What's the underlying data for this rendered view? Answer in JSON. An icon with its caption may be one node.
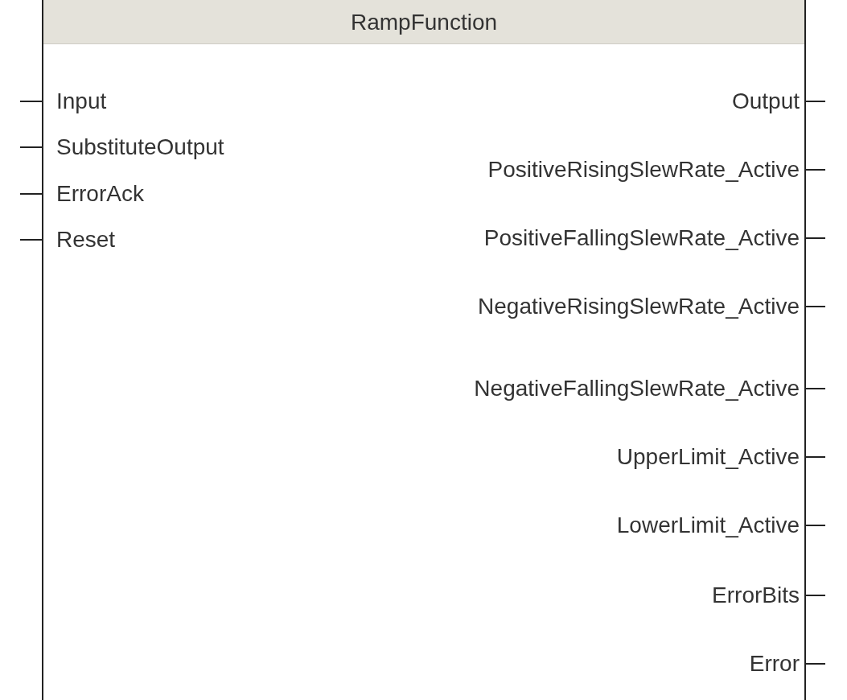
{
  "diagram": {
    "nodes": [
      {
        "text": [
          "RampFunction"
        ]
      }
    ],
    "labels": [
      "Input",
      "Output",
      "SubstituteOutput",
      "PositiveRisingSlewRate_Active",
      "ErrorAck",
      "PositiveFallingSlewRate_Active",
      "Reset",
      "NegativeRisingSlewRate_Active",
      "NegativeFallingSlewRate_Active",
      "UpperLimit_Active",
      "LowerLimit_Active",
      "ErrorBits",
      "Error"
    ]
  }
}
